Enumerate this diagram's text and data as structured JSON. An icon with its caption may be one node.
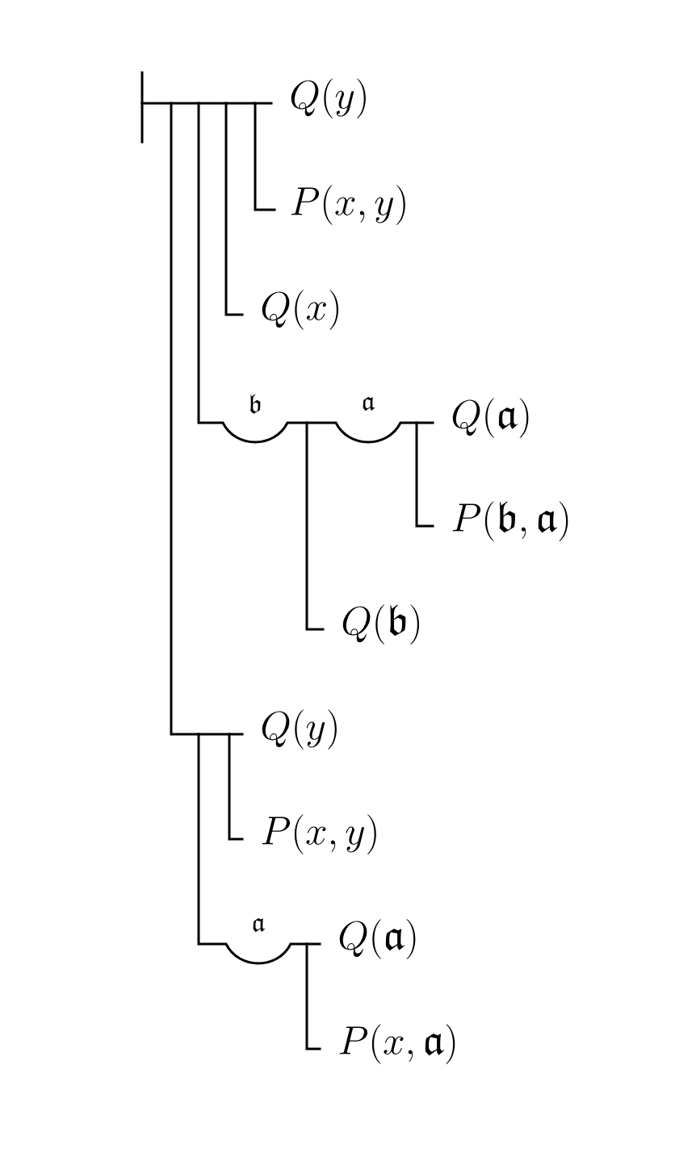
{
  "diagram": {
    "nodes": [
      {
        "text": [
          "Q(y)"
        ]
      },
      {
        "text": [
          "P(x, y)"
        ]
      },
      {
        "text": [
          "Q(x)"
        ]
      },
      {
        "text": [
          "Q(\\mathfrak{a})"
        ]
      },
      {
        "text": [
          "P(\\mathfrak{b}, \\mathfrak{a})"
        ]
      },
      {
        "text": [
          "Q(\\mathfrak{b})"
        ]
      },
      {
        "text": [
          "Q(y)"
        ]
      },
      {
        "text": [
          "P(x, y)"
        ]
      },
      {
        "text": [
          "Q(\\mathfrak{a})"
        ]
      },
      {
        "text": [
          "P(x, \\mathfrak{a})"
        ]
      }
    ],
    "labels": [
      "\\mathfrak{b}",
      "\\mathfrak{a}",
      "\\mathfrak{a}"
    ]
  }
}
